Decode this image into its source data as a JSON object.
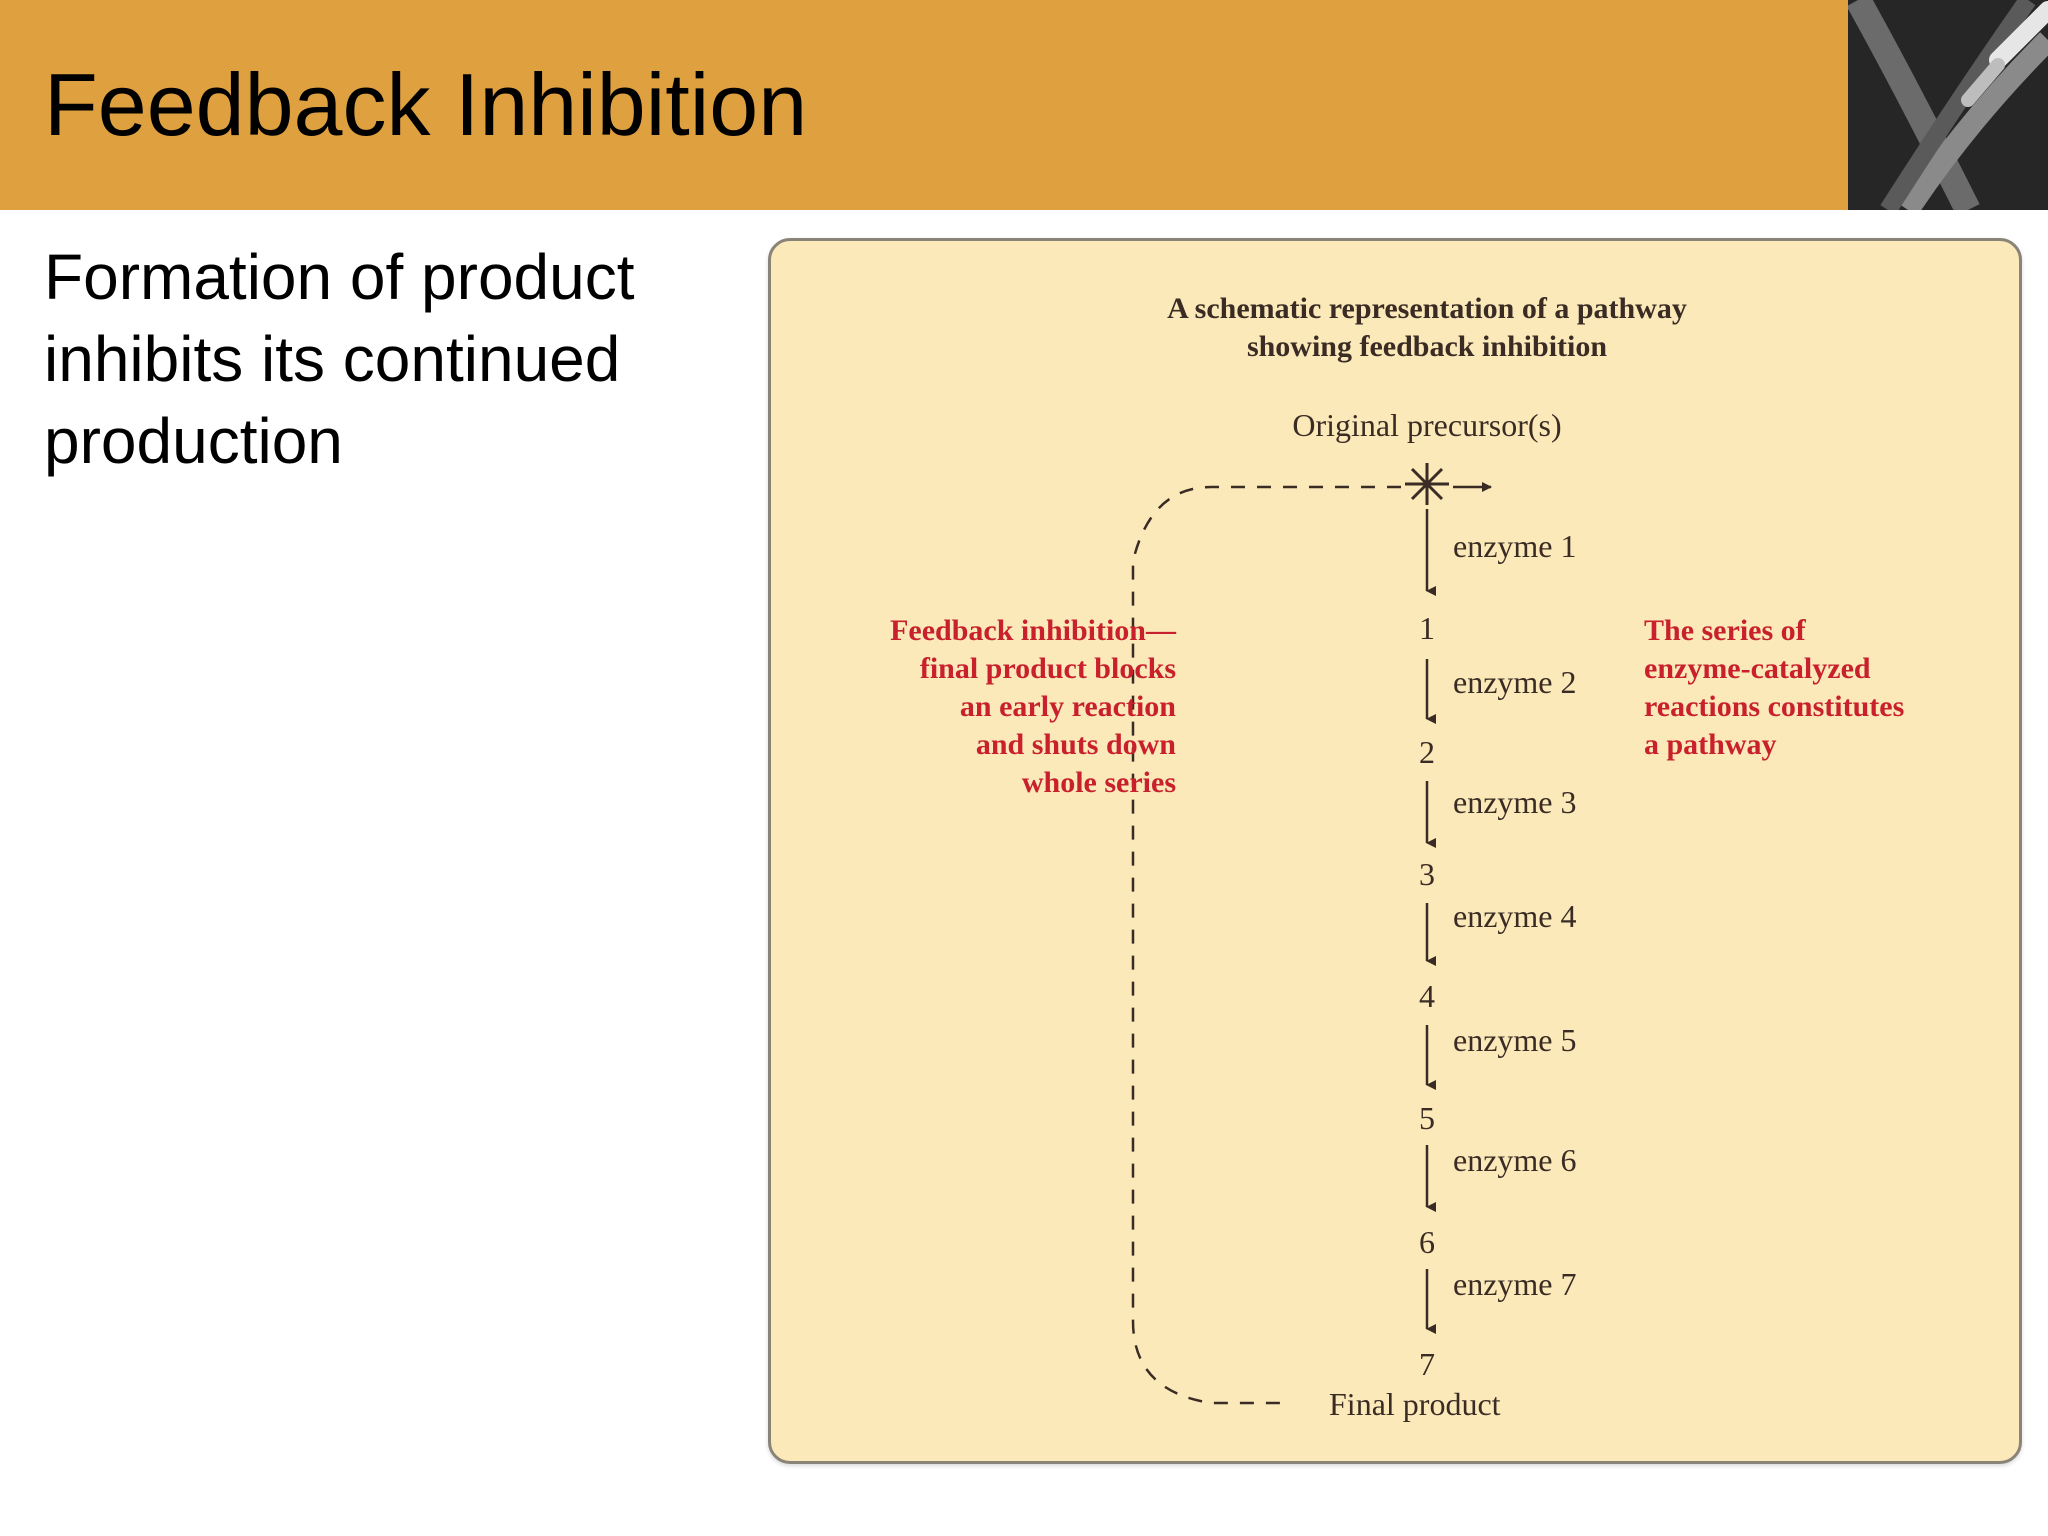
{
  "slide": {
    "title": "Feedback Inhibition",
    "body_text": "Formation of product inhibits its continued production"
  },
  "colors": {
    "header_bar": "#dfa040",
    "figure_background": "#fbe9b9",
    "figure_red_text": "#c8202c",
    "figure_dark_text": "#3a2c24"
  },
  "figure": {
    "caption_lines": [
      "A schematic representation of a pathway",
      "showing feedback inhibition"
    ],
    "precursor_label": "Original precursor(s)",
    "block_symbol": "asterisk-block-icon",
    "enzymes": [
      "enzyme 1",
      "enzyme 2",
      "enzyme 3",
      "enzyme 4",
      "enzyme 5",
      "enzyme 6",
      "enzyme 7"
    ],
    "intermediates": [
      "1",
      "2",
      "3",
      "4",
      "5",
      "6",
      "7"
    ],
    "final_product_label": "Final product",
    "feedback_note_lines": [
      "Feedback inhibition—",
      "final product blocks",
      "an early reaction",
      "and shuts down",
      "whole series"
    ],
    "pathway_note_lines": [
      "The series of",
      "enzyme-catalyzed",
      "reactions constitutes",
      "a pathway"
    ]
  }
}
